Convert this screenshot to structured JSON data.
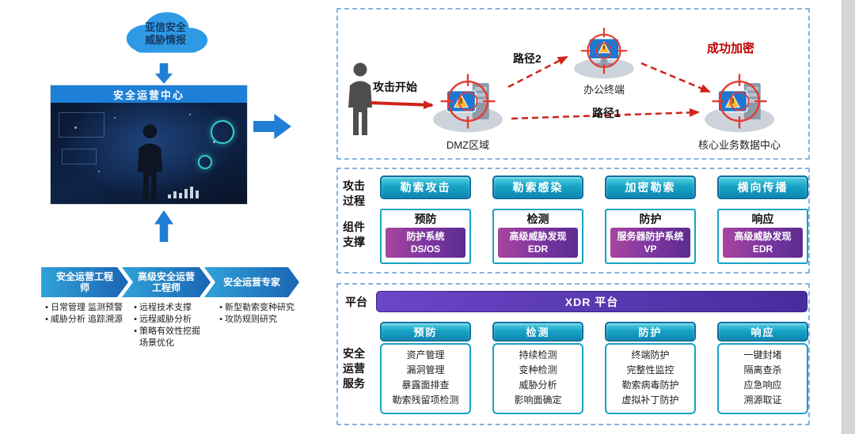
{
  "left": {
    "cloud_label": "亚信安全\n威胁情报",
    "soc_title": "安全运营中心",
    "roles": [
      {
        "label": "安全运营工程师",
        "bullets": [
          "日常管理 监测预警",
          "威胁分析 追踪溯源"
        ]
      },
      {
        "label": "高级安全运营工程师",
        "bullets": [
          "远程技术支撑",
          "远程威胁分析",
          "策略有效性挖掘",
          "场景优化"
        ]
      },
      {
        "label": "安全运营专家",
        "bullets": [
          "新型勒索变种研究",
          "攻防规则研究"
        ]
      }
    ]
  },
  "attack": {
    "start_label": "攻击开始",
    "path2_label": "路径2",
    "path1_label": "路径1",
    "success_label": "成功加密",
    "nodes": [
      {
        "name": "DMZ区域"
      },
      {
        "name": "办公终端"
      },
      {
        "name": "核心业务数据中心"
      }
    ]
  },
  "process": {
    "row_label": "攻击\n过程",
    "stages": [
      "勒索攻击",
      "勒索感染",
      "加密勒索",
      "横向传播"
    ]
  },
  "components": {
    "row_label": "组件\n支撑",
    "items": [
      {
        "header": "预防",
        "name": "防护系统",
        "product": "DS/OS"
      },
      {
        "header": "检测",
        "name": "高级威胁发现",
        "product": "EDR"
      },
      {
        "header": "防护",
        "name": "服务器防护系统",
        "product": "VP"
      },
      {
        "header": "响应",
        "name": "高级威胁发现",
        "product": "EDR"
      }
    ]
  },
  "platform": {
    "row_label": "平台",
    "bar_label": "XDR 平台"
  },
  "services": {
    "row_label": "安全\n运营\n服务",
    "columns": [
      {
        "header": "预防",
        "items": [
          "资产管理",
          "漏洞管理",
          "暴露面排查",
          "勒索残留项检测"
        ]
      },
      {
        "header": "检测",
        "items": [
          "持续检测",
          "变种检测",
          "威胁分析",
          "影响面确定"
        ]
      },
      {
        "header": "防护",
        "items": [
          "终端防护",
          "完整性监控",
          "勒索病毒防护",
          "虚拟补丁防护"
        ]
      },
      {
        "header": "响应",
        "items": [
          "一键封堵",
          "隔离查杀",
          "应急响应",
          "溯源取证"
        ]
      }
    ]
  },
  "colors": {
    "accent_blue": "#1f7ed6",
    "teal_button": "#18a3c6",
    "purple_badge": "#7a35a0",
    "platform_purple": "#5b38b4",
    "alert_red": "#c00000",
    "dashed_border": "#85b3e0"
  }
}
